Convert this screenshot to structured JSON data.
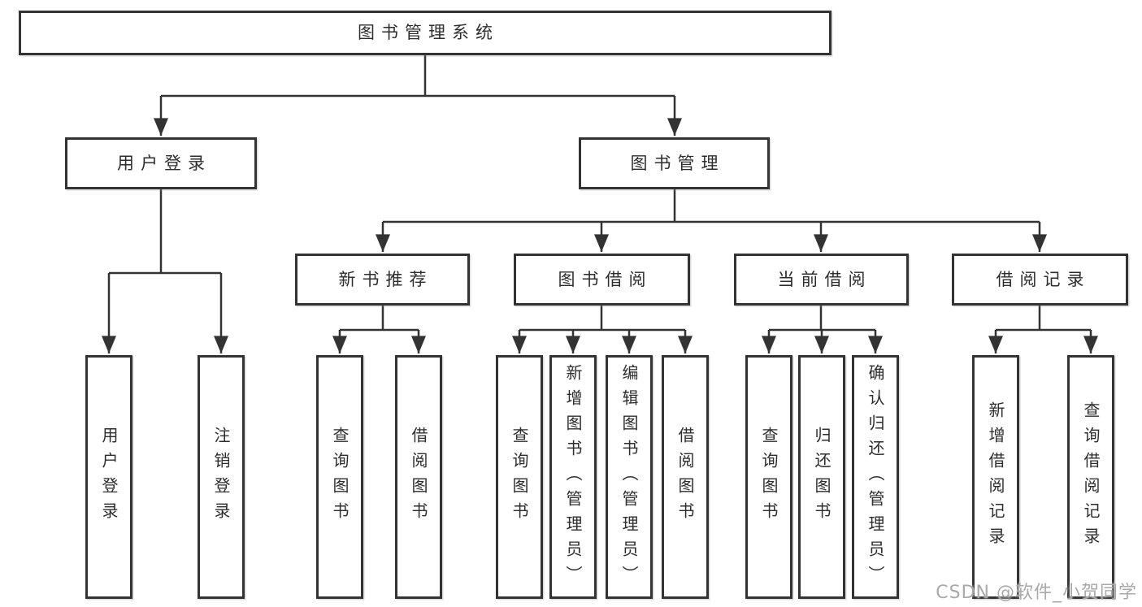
{
  "tree": {
    "label": "图书管理系统",
    "children": [
      {
        "label": "用户登录",
        "children": [
          {
            "label": "用户登录"
          },
          {
            "label": "注销登录"
          }
        ]
      },
      {
        "label": "图书管理",
        "children": [
          {
            "label": "新书推荐",
            "children": [
              {
                "label": "查询图书"
              },
              {
                "label": "借阅图书"
              }
            ]
          },
          {
            "label": "图书借阅",
            "children": [
              {
                "label": "查询图书"
              },
              {
                "label": "新增图书（管理员）"
              },
              {
                "label": "编辑图书（管理员）"
              },
              {
                "label": "借阅图书"
              }
            ]
          },
          {
            "label": "当前借阅",
            "children": [
              {
                "label": "查询图书"
              },
              {
                "label": "归还图书"
              },
              {
                "label": "确认归还（管理员）"
              }
            ]
          },
          {
            "label": "借阅记录",
            "children": [
              {
                "label": "新增借阅记录"
              },
              {
                "label": "查询借阅记录"
              }
            ]
          }
        ]
      }
    ]
  },
  "watermark": {
    "text": "CSDN @软件_小贺同学"
  },
  "colors": {
    "line": "#333333",
    "box_border": "#333333",
    "box_fill": "#ffffff",
    "text": "#2d2d2d",
    "watermark": "#a9a9a9",
    "background": "#ffffff"
  }
}
